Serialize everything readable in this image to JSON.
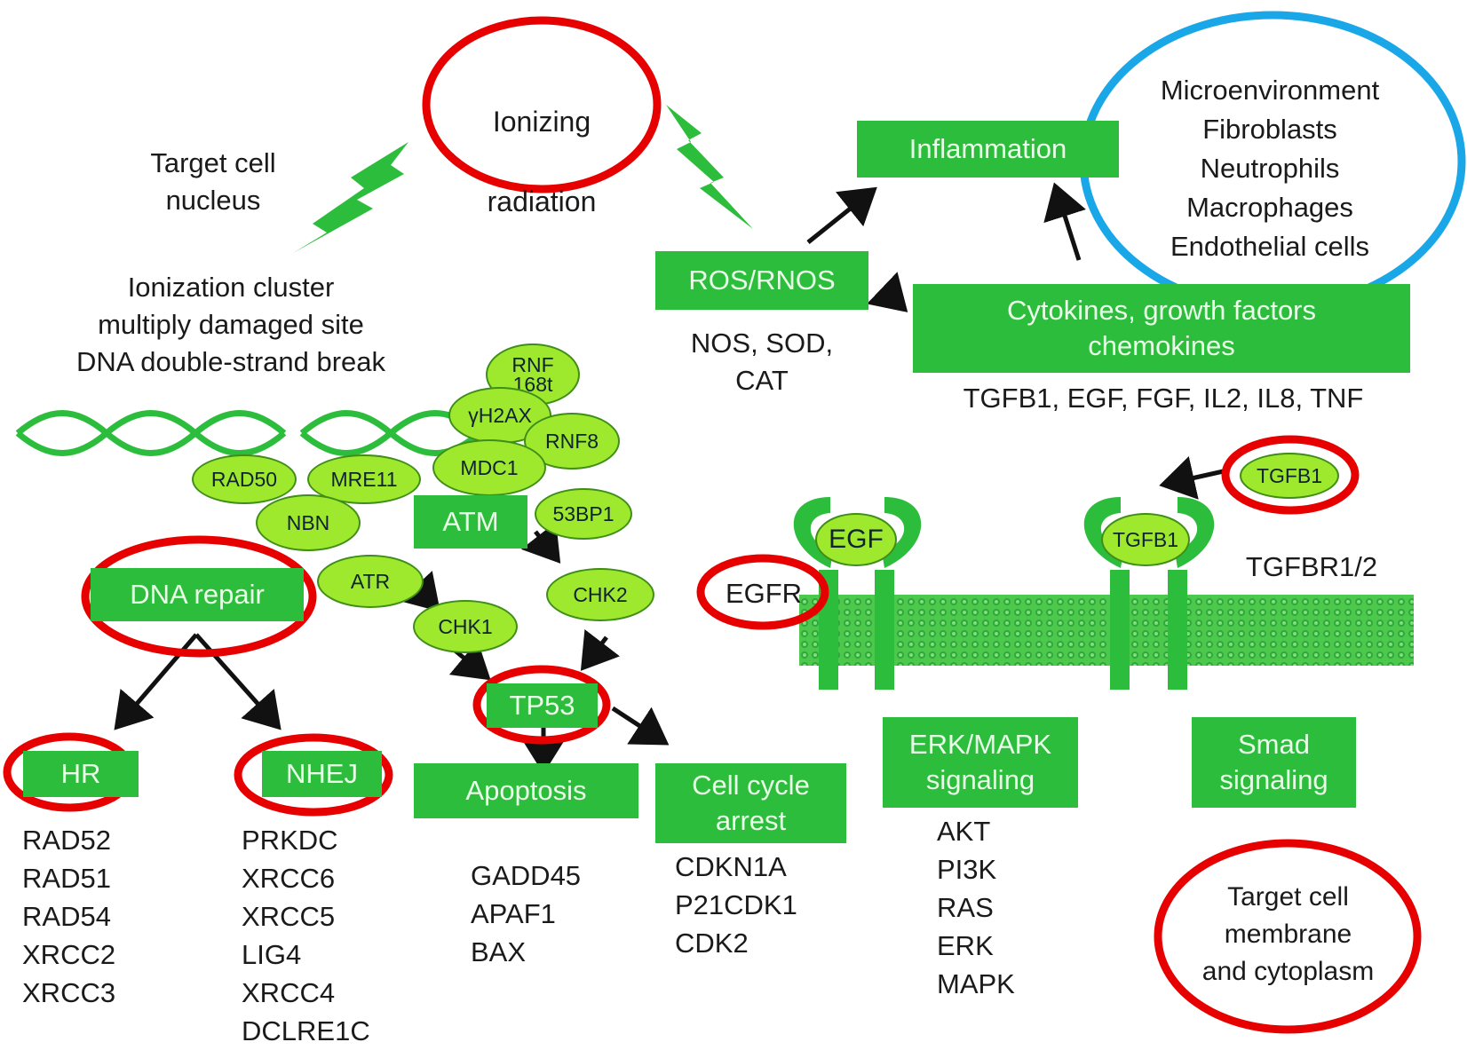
{
  "stimulus": {
    "line1": "Ionizing",
    "line2": "radiation"
  },
  "nucleus": {
    "title": "Target cell\nnucleus",
    "damage": "Ionization cluster\nmultiply damaged site\nDNA double-strand break"
  },
  "complex": {
    "rnf168": "RNF\n168t",
    "h2ax": "γH2AX",
    "rnf8": "RNF8",
    "mdc1": "MDC1",
    "rad50": "RAD50",
    "mre11": "MRE11",
    "nbn": "NBN",
    "atm": "ATM",
    "p53bp1": "53BP1",
    "atr": "ATR",
    "chk2": "CHK2",
    "chk1": "CHK1",
    "tp53": "TP53"
  },
  "repair": {
    "title": "DNA repair",
    "hr": {
      "label": "HR",
      "genes": [
        "RAD52",
        "RAD51",
        "RAD54",
        "XRCC2",
        "XRCC3"
      ]
    },
    "nhej": {
      "label": "NHEJ",
      "genes": [
        "PRKDC",
        "XRCC6",
        "XRCC5",
        "LIG4",
        "XRCC4",
        "DCLRE1C"
      ]
    }
  },
  "outcomes": {
    "apoptosis": {
      "label": "Apoptosis",
      "genes": [
        "GADD45",
        "APAF1",
        "BAX"
      ]
    },
    "arrest": {
      "label": "Cell cycle\narrest",
      "genes": [
        "CDKN1A",
        "P21CDK1",
        "CDK2"
      ]
    }
  },
  "cytoplasm": {
    "ros": {
      "label": "ROS/RNOS",
      "genes": "NOS, SOD,\nCAT"
    },
    "inflammation": "Inflammation",
    "cytokines": {
      "label": "Cytokines, growth factors\nchemokines",
      "genes": "TGFB1, EGF, FGF, IL2, IL8, TNF"
    },
    "microenvironment": [
      "Microenvironment",
      "Fibroblasts",
      "Neutrophils",
      "Macrophages",
      "Endothelial cells"
    ]
  },
  "membrane": {
    "egf": "EGF",
    "egfr": "EGFR",
    "tgfb1_ligand": "TGFB1",
    "tgfb1_free": "TGFB1",
    "tgfbr": "TGFBR1/2",
    "erk": {
      "label": "ERK/MAPK\nsignaling",
      "genes": [
        "AKT",
        "PI3K",
        "RAS",
        "ERK",
        "MAPK"
      ]
    },
    "smad": "Smad\nsignaling",
    "region": "Target cell\nmembrane\nand cytoplasm"
  },
  "colors": {
    "box_green": "#2dbd3c",
    "protein_oval": "#9ee82e",
    "highlight_red": "#e60000",
    "highlight_blue": "#1aa7e8"
  }
}
